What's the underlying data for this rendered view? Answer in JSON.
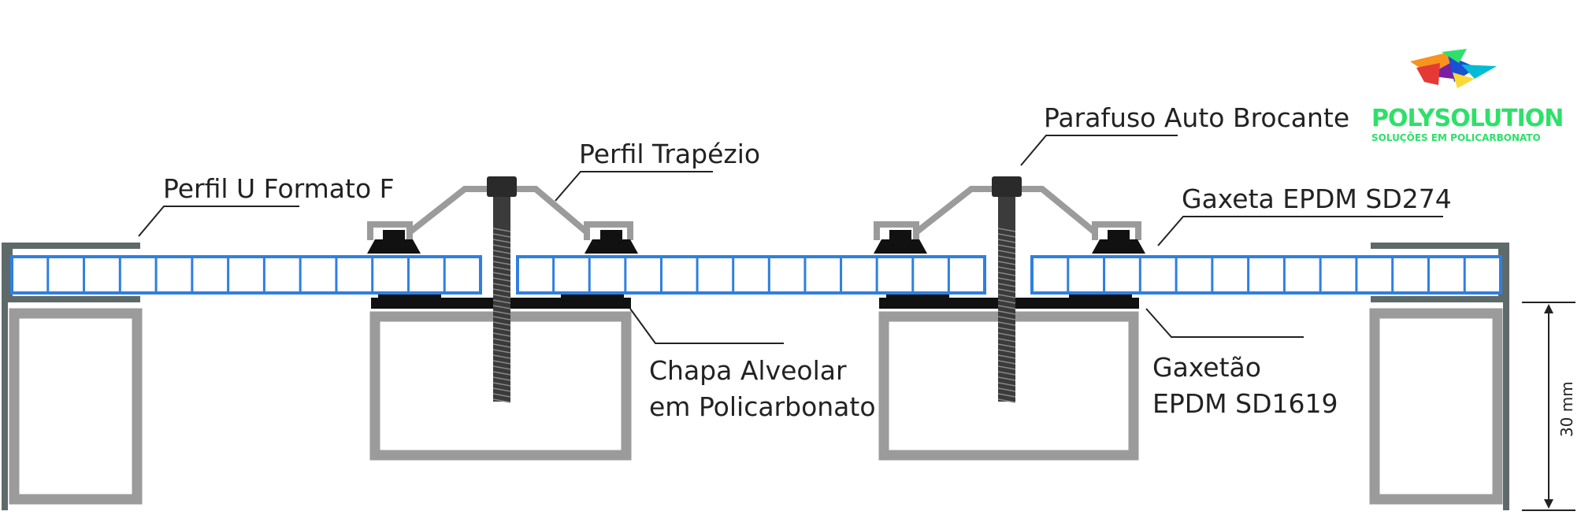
{
  "labels": {
    "perfil_u": "Perfil U Formato F",
    "perfil_trapezio": "Perfil Trapézio",
    "parafuso": "Parafuso Auto Brocante",
    "gaxeta": "Gaxeta  EPDM SD274",
    "chapa_line1": "Chapa Alveolar",
    "chapa_line2": "em Policarbonato",
    "gaxetao_line1": "Gaxetão",
    "gaxetao_line2": "EPDM SD1619"
  },
  "logo": {
    "name": "POLYSOLUTION",
    "tagline": "SOLUÇÕES EM POLICARBONATO",
    "icon": "polysolution-bird-logo"
  },
  "dimension": {
    "text": "30 mm"
  },
  "colors": {
    "panel_blue": "#2f7fe0",
    "profile_grey": "#9b9b9b",
    "logo_green": "#2ee06a",
    "gasket_black": "#111111"
  }
}
